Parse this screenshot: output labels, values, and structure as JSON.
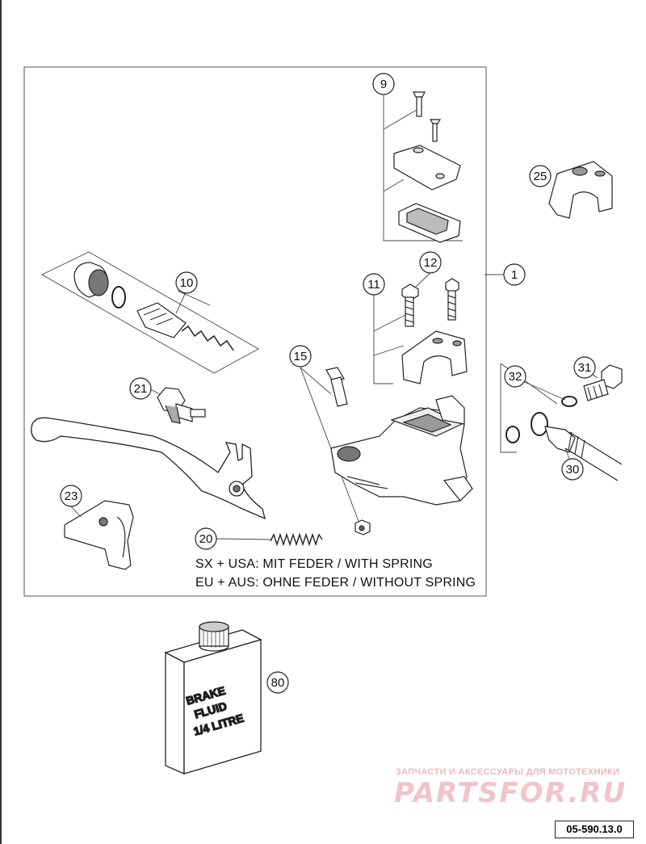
{
  "callouts": [
    {
      "id": "c9",
      "label": "9"
    },
    {
      "id": "c25",
      "label": "25"
    },
    {
      "id": "c10",
      "label": "10"
    },
    {
      "id": "c12",
      "label": "12"
    },
    {
      "id": "c11",
      "label": "11"
    },
    {
      "id": "c1",
      "label": "1"
    },
    {
      "id": "c15",
      "label": "15"
    },
    {
      "id": "c21",
      "label": "21"
    },
    {
      "id": "c32",
      "label": "32"
    },
    {
      "id": "c31",
      "label": "31"
    },
    {
      "id": "c30",
      "label": "30"
    },
    {
      "id": "c23",
      "label": "23"
    },
    {
      "id": "c20",
      "label": "20"
    },
    {
      "id": "c80",
      "label": "80"
    }
  ],
  "notes": {
    "line1": "SX + USA:  MIT FEDER / WITH SPRING",
    "line2": "EU + AUS:  OHNE FEDER / WITHOUT SPRING"
  },
  "bottle": {
    "line1": "BRAKE",
    "line2": "FLUID",
    "line3": "1/4 LITRE"
  },
  "watermark": {
    "tagline": "ЗАПЧАСТИ И АКСЕССУАРЫ ДЛЯ МОТОТЕХНИКИ",
    "logo": "PARTSFOR.RU"
  },
  "doc_code": "05-590.13.0"
}
